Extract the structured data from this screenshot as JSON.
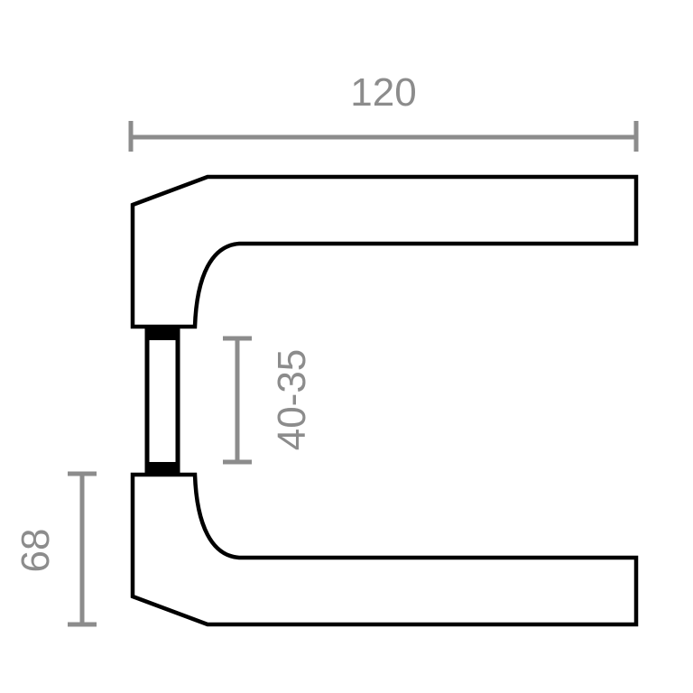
{
  "drawing": {
    "subject": "door-lever-handle-pair",
    "dimensions": {
      "length": "120",
      "door_thickness": "40-35",
      "rosette_height": "68"
    },
    "colors": {
      "outline": "#000000",
      "dimension": "#8c8c8c"
    }
  }
}
